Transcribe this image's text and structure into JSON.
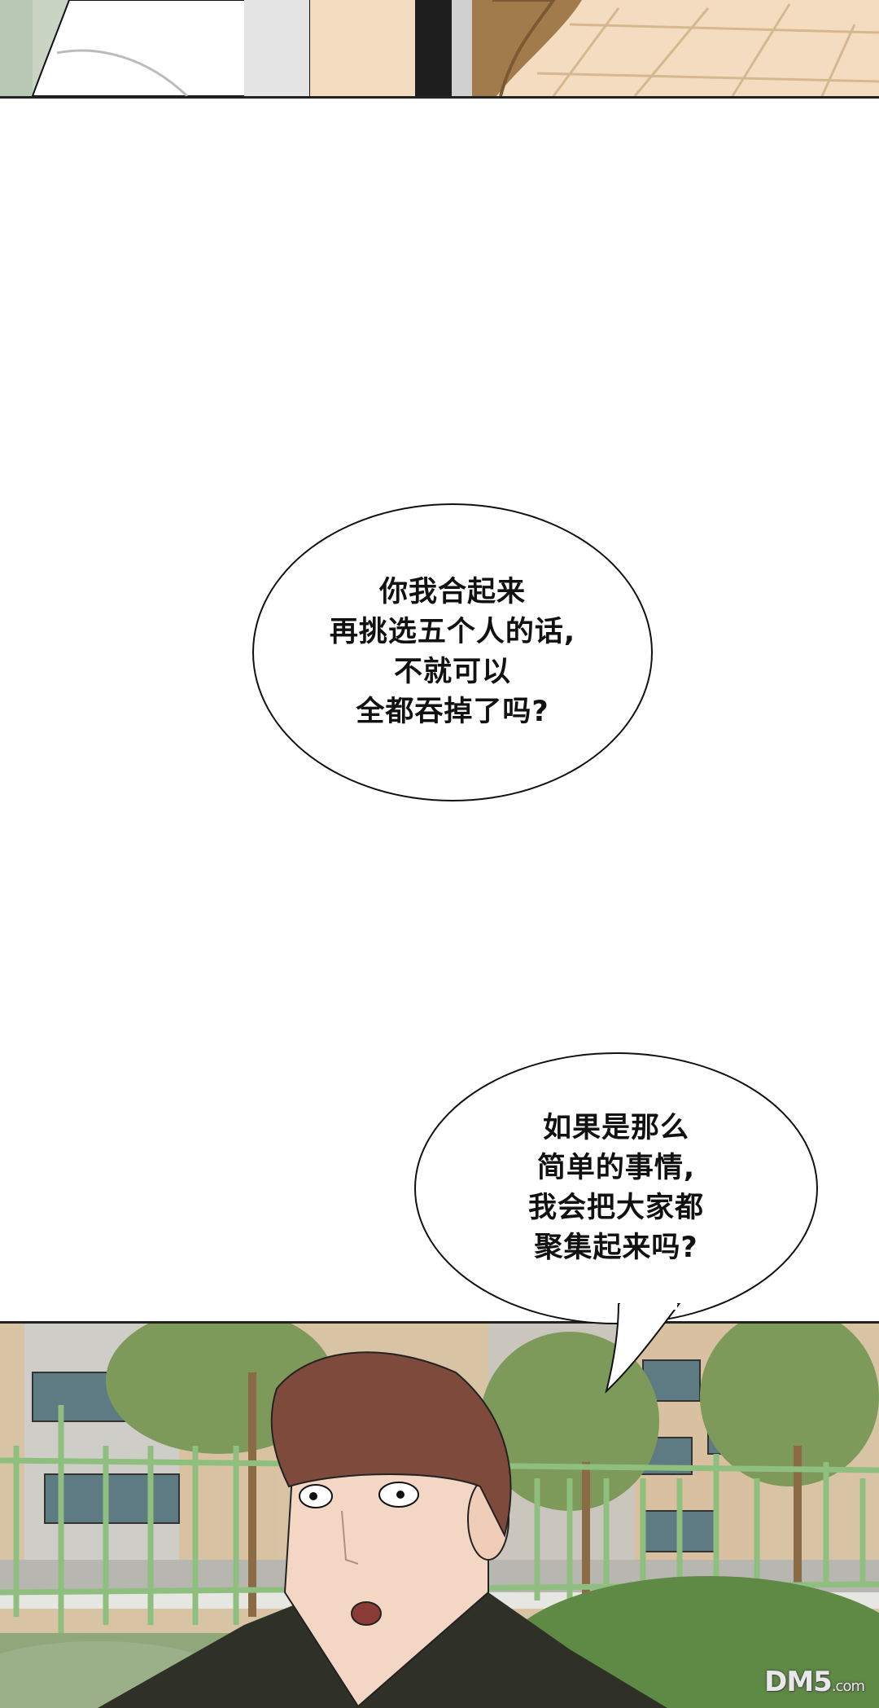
{
  "page": {
    "type": "comic-strip",
    "background": "#ffffff"
  },
  "top_panel": {
    "description": "partial scene: white clothing, dark strap, wooden planter edge, beige tiled pavement",
    "colors": {
      "tile": "#f3dcc0",
      "wood": "#a27b4c",
      "shirt": "#ffffff"
    }
  },
  "bubbles": [
    {
      "lines": [
        "你我合起来",
        "再挑选五个人的话,",
        "不就可以",
        "全都吞掉了吗?"
      ]
    },
    {
      "lines": [
        "如果是那么",
        "简单的事情,",
        "我会把大家都",
        "聚集起来吗?"
      ]
    }
  ],
  "bottom_panel": {
    "description": "brown-haired young man in dark hoodie with surprised expression, green fence, trees and apartment buildings behind",
    "colors": {
      "hair": "#7e4a3c",
      "skin": "#f3d7c4",
      "hoodie": "#2f3129",
      "fence": "#8fbf7f",
      "building": "#d8c3a5",
      "foliage": "#6f8f4f"
    }
  },
  "watermark": {
    "brand": "DM5",
    "suffix": ".com"
  }
}
